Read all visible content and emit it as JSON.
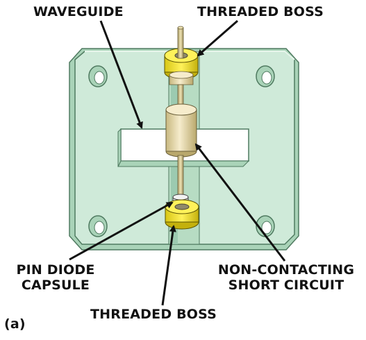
{
  "labels": {
    "waveguide": "WAVEGUIDE",
    "threaded_boss_top": "THREADED BOSS",
    "pin_diode_line1": "PIN DIODE",
    "pin_diode_line2": "CAPSULE",
    "short_circuit_line1": "NON-CONTACTING",
    "short_circuit_line2": "SHORT CIRCUIT",
    "threaded_boss_bottom": "THREADED BOSS",
    "panel_tag": "(a)"
  },
  "colors": {
    "flange": "#cfead9",
    "flange_shade": "#a9d3b8",
    "flange_edge": "#4f7a60",
    "boss": "#f2e22a",
    "boss_shade": "#c9b50f",
    "metal": "#efe3b4",
    "metal_shade": "#c8b880",
    "aperture": "#ffffff",
    "leader": "#111111"
  }
}
